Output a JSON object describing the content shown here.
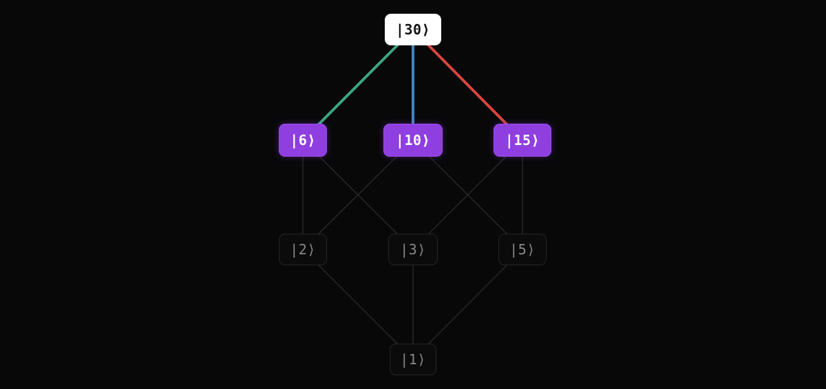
{
  "nodes": [
    {
      "id": "n30",
      "label": "|30⟩",
      "state": "top"
    },
    {
      "id": "n6",
      "label": "|6⟩",
      "state": "active"
    },
    {
      "id": "n10",
      "label": "|10⟩",
      "state": "active"
    },
    {
      "id": "n15",
      "label": "|15⟩",
      "state": "active"
    },
    {
      "id": "n2",
      "label": "|2⟩",
      "state": "dim"
    },
    {
      "id": "n3",
      "label": "|3⟩",
      "state": "dim"
    },
    {
      "id": "n5",
      "label": "|5⟩",
      "state": "dim"
    },
    {
      "id": "n1",
      "label": "|1⟩",
      "state": "dim"
    }
  ],
  "edges": [
    {
      "from": "n30",
      "to": "n6",
      "color": "#3fa57f",
      "highlight": true
    },
    {
      "from": "n30",
      "to": "n10",
      "color": "#3f86c4",
      "highlight": true
    },
    {
      "from": "n30",
      "to": "n15",
      "color": "#d9463f",
      "highlight": true
    },
    {
      "from": "n6",
      "to": "n2",
      "color": "#2c2c2e",
      "highlight": false
    },
    {
      "from": "n6",
      "to": "n3",
      "color": "#2c2c2e",
      "highlight": false
    },
    {
      "from": "n10",
      "to": "n2",
      "color": "#2c2c2e",
      "highlight": false
    },
    {
      "from": "n10",
      "to": "n5",
      "color": "#2c2c2e",
      "highlight": false
    },
    {
      "from": "n15",
      "to": "n3",
      "color": "#2c2c2e",
      "highlight": false
    },
    {
      "from": "n15",
      "to": "n5",
      "color": "#2c2c2e",
      "highlight": false
    },
    {
      "from": "n2",
      "to": "n1",
      "color": "#2c2c2e",
      "highlight": false
    },
    {
      "from": "n3",
      "to": "n1",
      "color": "#2c2c2e",
      "highlight": false
    },
    {
      "from": "n5",
      "to": "n1",
      "color": "#2c2c2e",
      "highlight": false
    }
  ],
  "colors": {
    "background": "#080809",
    "active_node": "#8f3ee0",
    "top_node": "#ffffff",
    "dim_node_border": "#262628"
  }
}
